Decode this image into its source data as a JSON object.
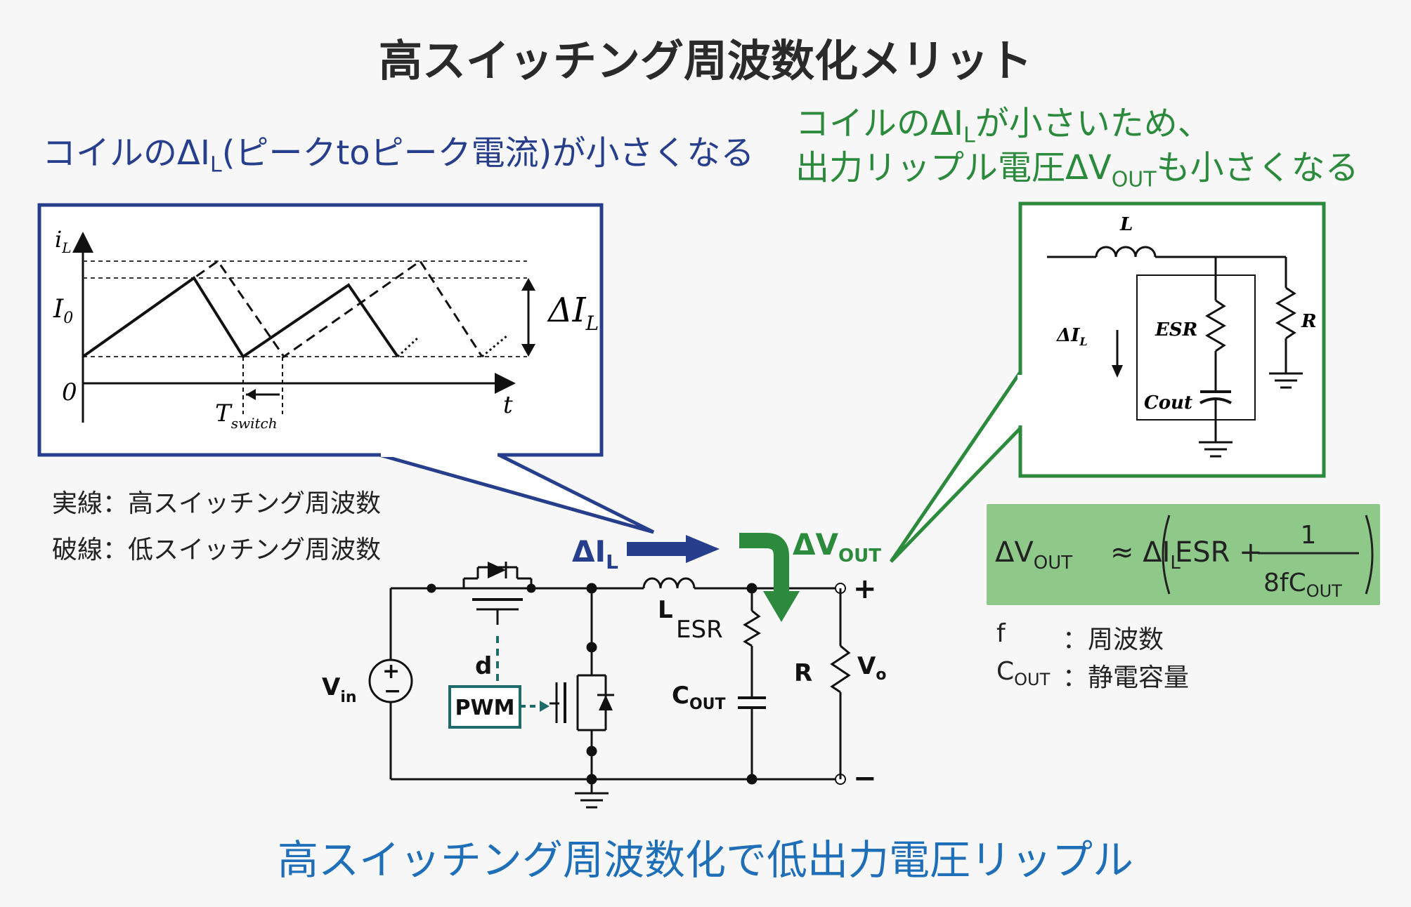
{
  "title": "高スイッチング周波数化メリット",
  "left_caption": {
    "pre": "コイルのΔI",
    "sub": "L",
    "post": "(ピークtoピーク電流)が小さくなる"
  },
  "right_caption": {
    "line1_pre": "コイルのΔI",
    "line1_sub": "L",
    "line1_post": "が小さいため、",
    "line2_pre": "出力リップル電圧ΔV",
    "line2_sub": "OUT",
    "line2_post": "も小さくなる"
  },
  "waveform": {
    "y_label_i": "i",
    "y_label_i_sub": "L",
    "y_label_io": "I",
    "y_label_io_sub": "0",
    "zero": "0",
    "x_label": "t",
    "delta_label": "ΔI",
    "delta_sub": "L",
    "tswitch": "T",
    "tswitch_sub": "switch"
  },
  "legend": {
    "solid": "実線：高スイッチング周波数",
    "dashed": "破線：低スイッチング周波数"
  },
  "circuit": {
    "delta_il": "ΔI",
    "delta_il_sub": "L",
    "delta_vout": "ΔV",
    "delta_vout_sub": "OUT",
    "vin": "V",
    "vin_sub": "in",
    "d": "d",
    "pwm": "PWM",
    "l": "L",
    "esr": "ESR",
    "cout": "C",
    "cout_sub": "OUT",
    "r": "R",
    "vo": "V",
    "vo_sub": "o",
    "plus": "+",
    "minus": "−",
    "src_plus": "+",
    "src_minus": "−"
  },
  "equiv": {
    "l": "L",
    "esr": "ESR",
    "r": "R",
    "cout": "Cout",
    "delta": "ΔI",
    "delta_sub": "L"
  },
  "formula": {
    "lhs": "ΔV",
    "lhs_sub": "OUT",
    "approx": "≈ ΔI",
    "approx_sub": "L",
    "esr": "ESR +",
    "num": "1",
    "den": "8fC",
    "den_sub": "OUT"
  },
  "variables": {
    "f_name": "f",
    "f_desc": "：周波数",
    "c_name": "C",
    "c_sub": "OUT",
    "c_desc": "：静電容量"
  },
  "bottom_caption": "高スイッチング周波数化で低出力電圧リップル",
  "colors": {
    "title": "#2a2a2a",
    "blue_caption": "#263e8c",
    "green_caption": "#2c8a3c",
    "bottom_caption": "#1f6fb8",
    "formula_bg": "#8fc98a",
    "pwm_border": "#1f6a6a"
  }
}
